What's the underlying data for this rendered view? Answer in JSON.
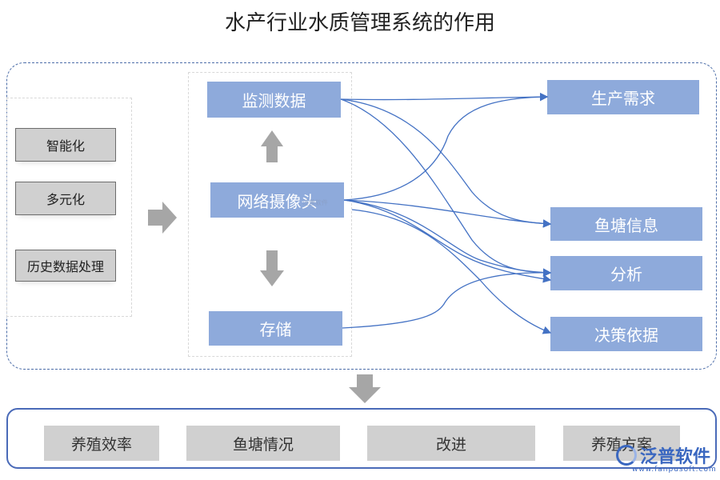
{
  "title": "水产行业水质管理系统的作用",
  "left_items": [
    "智能化",
    "多元化",
    "历史数据处理"
  ],
  "middle": {
    "top": "监测数据",
    "center": "网络摄像头",
    "bottom": "存储"
  },
  "right_items": [
    "生产需求",
    "鱼塘信息",
    "分析",
    "决策依据"
  ],
  "bottom_items": [
    "养殖效率",
    "鱼塘情况",
    "改进",
    "养殖方案"
  ],
  "watermark": {
    "brand": "泛普软件",
    "url": "www.fanpusoft.com",
    "small": "泛普软件"
  },
  "colors": {
    "blue_box": "#8eaadb",
    "gray_box": "#d0d0d0",
    "line": "#4472c4",
    "arrow": "#a6a6a6"
  }
}
